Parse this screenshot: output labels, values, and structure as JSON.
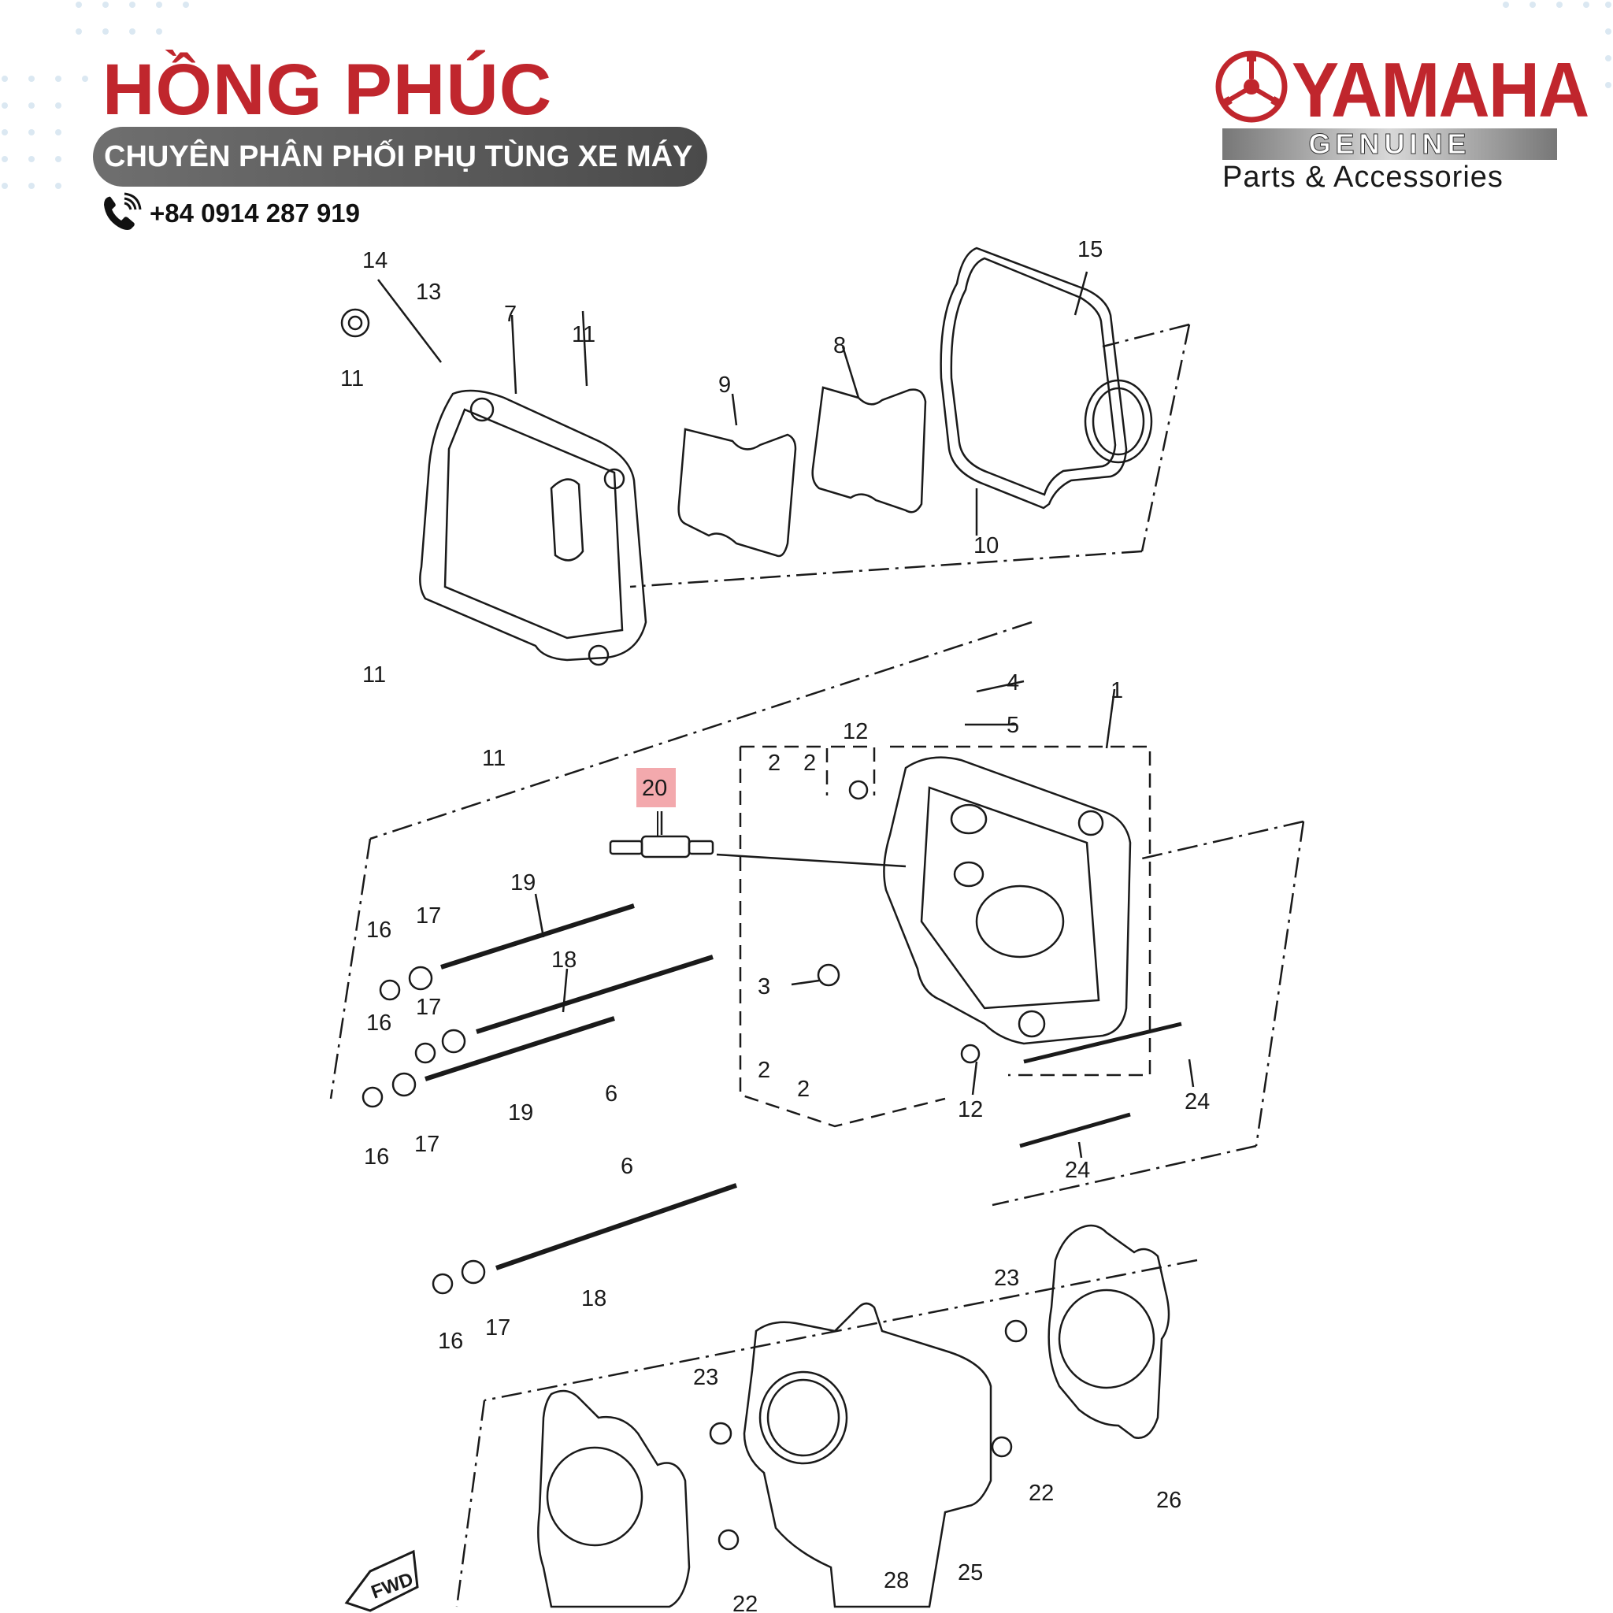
{
  "header": {
    "brand_name": "HỒNG PHÚC",
    "tagline": "CHUYÊN PHÂN PHỐI PHỤ TÙNG XE MÁY",
    "phone": "+84 0914 287 919",
    "phone_icon": "phone-icon"
  },
  "logo": {
    "wordmark": "YAMAHA",
    "genuine": "GENUINE",
    "subtitle": "Parts & Accessories",
    "emblem_icon": "tuning-fork-emblem",
    "brand_color": "#c0262d"
  },
  "diagram": {
    "highlight_color": "#f3a9ad",
    "highlighted_part": "20",
    "fwd_label": "FWD",
    "callouts": [
      "14",
      "13",
      "7",
      "11",
      "11",
      "9",
      "8",
      "15",
      "10",
      "11",
      "11",
      "4",
      "5",
      "1",
      "12",
      "2",
      "2",
      "20",
      "19",
      "17",
      "16",
      "18",
      "17",
      "16",
      "3",
      "2",
      "2",
      "6",
      "19",
      "16",
      "17",
      "12",
      "24",
      "6",
      "24",
      "18",
      "16",
      "17",
      "23",
      "23",
      "22",
      "26",
      "25",
      "28",
      "22"
    ]
  }
}
